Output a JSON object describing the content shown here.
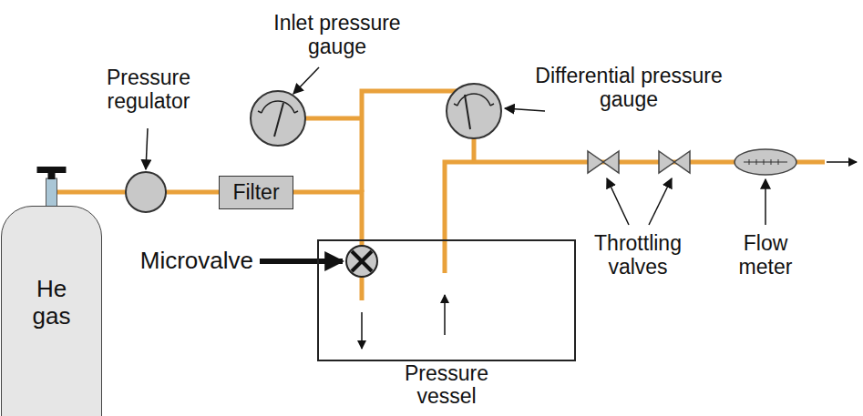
{
  "diagram": {
    "nodes": [
      {
        "text": [
          "He gas"
        ]
      },
      {
        "text": [
          "Filter"
        ]
      },
      {
        "text": [
          "Pressure vessel"
        ]
      }
    ],
    "edges": [
      {
        "from": 0,
        "to": 1,
        "arrow": "none"
      },
      {
        "from": 1,
        "to": 2,
        "arrow": "none"
      }
    ],
    "labels": [
      "Pressure regulator",
      "Inlet pressure gauge",
      "Differential pressure gauge",
      "Microvalve",
      "Throttling valves",
      "Flow meter"
    ]
  }
}
